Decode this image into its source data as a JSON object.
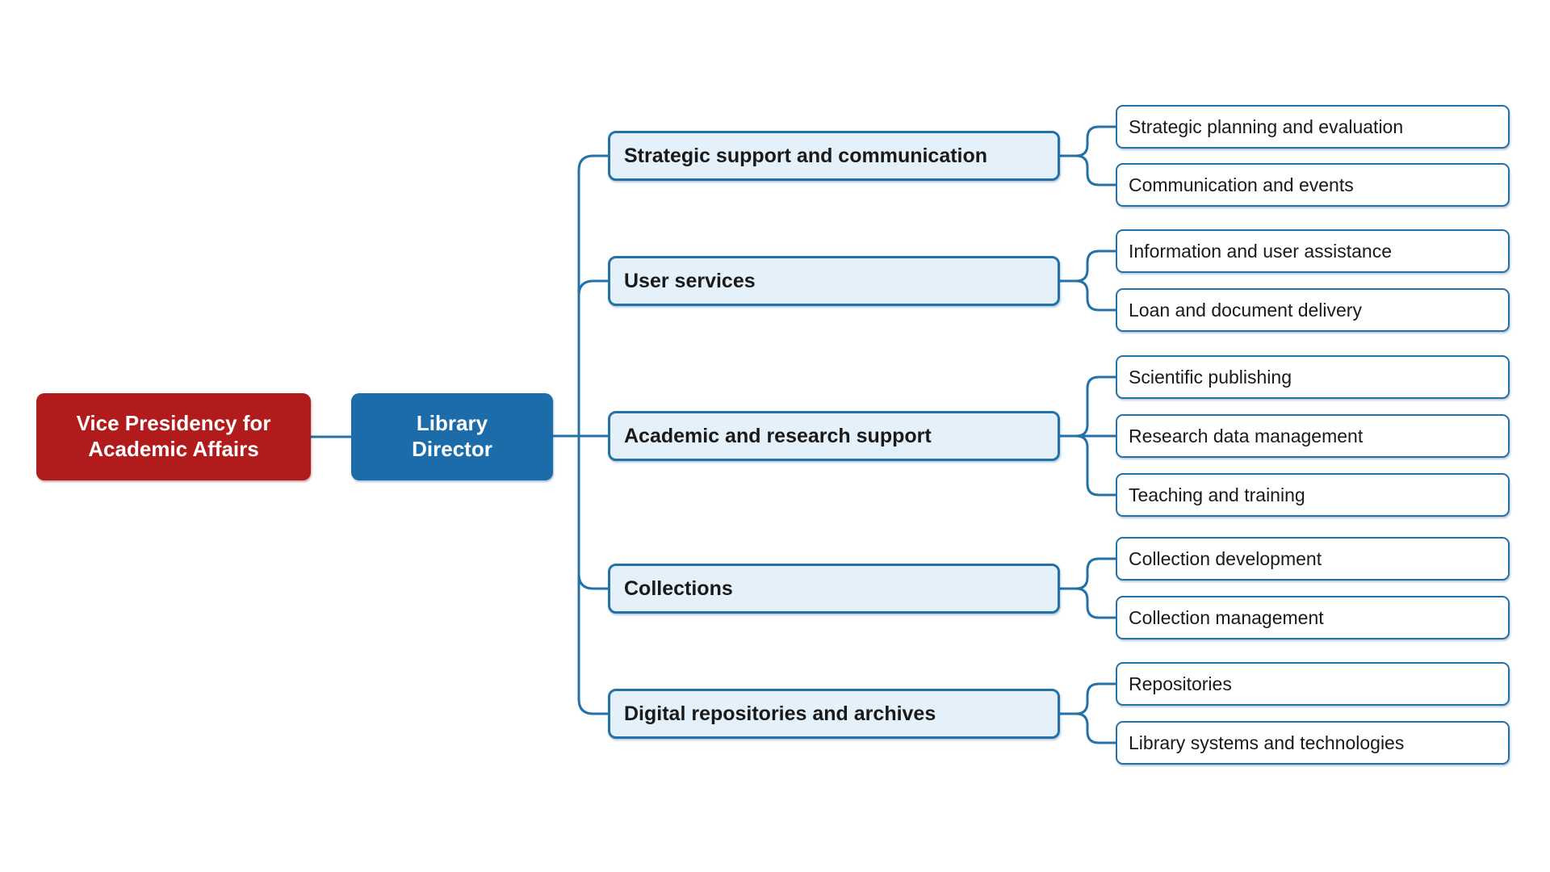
{
  "diagram": {
    "root": {
      "label": "Vice Presidency for Academic Affairs"
    },
    "director": {
      "label": "Library Director"
    },
    "branches": [
      {
        "label": "Strategic support and communication",
        "children": [
          "Strategic planning and evaluation",
          "Communication and events"
        ]
      },
      {
        "label": "User services",
        "children": [
          "Information and user assistance",
          "Loan and document delivery"
        ]
      },
      {
        "label": "Academic and research support",
        "children": [
          "Scientific publishing",
          "Research data management",
          "Teaching and training"
        ]
      },
      {
        "label": "Collections",
        "children": [
          "Collection development",
          "Collection management"
        ]
      },
      {
        "label": "Digital repositories and archives",
        "children": [
          "Repositories",
          "Library systems and technologies"
        ]
      }
    ],
    "colors": {
      "accent-red": "#b21b1b",
      "accent-blue": "#1b6ca9",
      "line-blue": "#2471a8",
      "branch-fill": "#e4f1fb",
      "leaf-fill": "#ffffff",
      "text-dark": "#1a1a1a"
    }
  }
}
